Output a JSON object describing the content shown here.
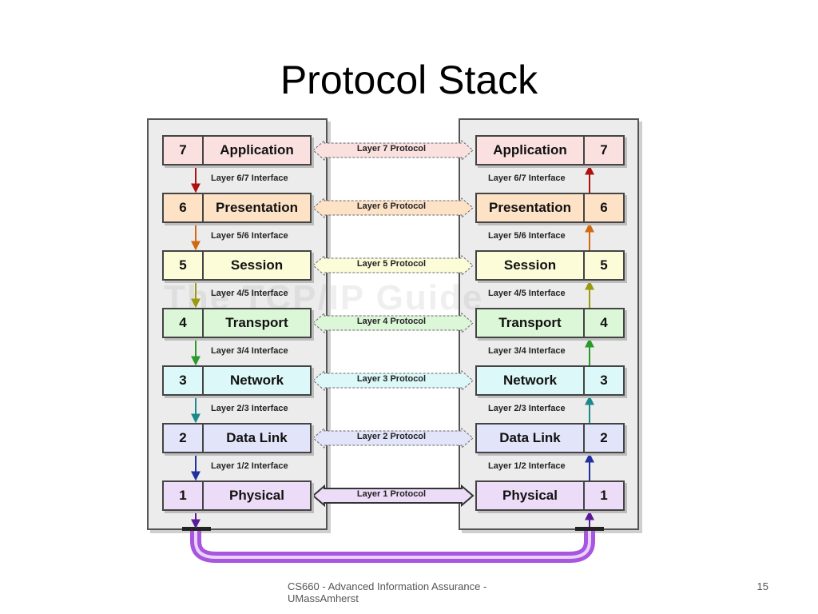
{
  "slide": {
    "title": "Protocol Stack",
    "footer": "CS660 - Advanced Information Assurance - UMassAmherst",
    "page_number": "15"
  },
  "diagram": {
    "watermark": "The TCP/IP Guide",
    "layers": [
      {
        "num": "7",
        "name": "Application",
        "fill": "#fbe0e0",
        "arrow": "#b01010"
      },
      {
        "num": "6",
        "name": "Presentation",
        "fill": "#fde2c6",
        "arrow": "#d06a10"
      },
      {
        "num": "5",
        "name": "Session",
        "fill": "#fcfcd8",
        "arrow": "#9a9a10"
      },
      {
        "num": "4",
        "name": "Transport",
        "fill": "#dcf7d8",
        "arrow": "#2a9a2a"
      },
      {
        "num": "3",
        "name": "Network",
        "fill": "#dcf8f8",
        "arrow": "#1a8a8a"
      },
      {
        "num": "2",
        "name": "Data Link",
        "fill": "#e2e4fa",
        "arrow": "#2030a0"
      },
      {
        "num": "1",
        "name": "Physical",
        "fill": "#eddcf8",
        "arrow": "#5a1a9a"
      }
    ],
    "interfaces": [
      "Layer 6/7 Interface",
      "Layer 5/6 Interface",
      "Layer 4/5 Interface",
      "Layer 3/4 Interface",
      "Layer 2/3 Interface",
      "Layer 1/2 Interface"
    ],
    "protocols": [
      "Layer 7 Protocol",
      "Layer 6 Protocol",
      "Layer 5 Protocol",
      "Layer 4 Protocol",
      "Layer 3 Protocol",
      "Layer 2 Protocol",
      "Layer 1 Protocol"
    ],
    "physical_link_color": "#a855e0"
  }
}
